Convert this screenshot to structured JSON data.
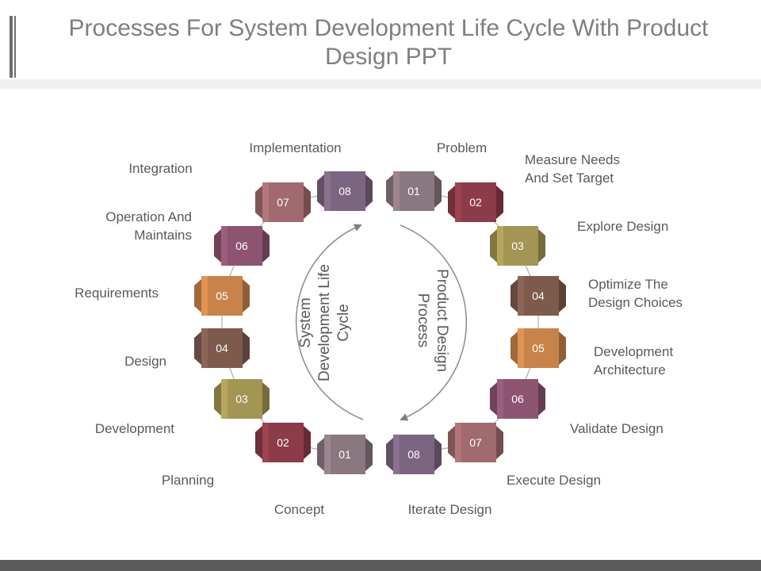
{
  "title": "Processes For System Development Life Cycle With Product Design PPT",
  "left_cycle": {
    "label": "System Development Life Cycle",
    "label_line1": "System",
    "label_line2": "Development Life",
    "label_line3": "Cycle",
    "steps": [
      {
        "num": "01",
        "label": "Concept",
        "color": "#8a7880"
      },
      {
        "num": "02",
        "label": "Planning",
        "color": "#8c3b48"
      },
      {
        "num": "03",
        "label": "Development",
        "color": "#a39554"
      },
      {
        "num": "04",
        "label": "Design",
        "color": "#7e5a4d"
      },
      {
        "num": "05",
        "label": "Requirements",
        "color": "#c8834a"
      },
      {
        "num": "06",
        "label": "Operation And Maintains",
        "label_line1": "Operation And",
        "label_line2": "Maintains",
        "color": "#8c5470"
      },
      {
        "num": "07",
        "label": "Integration",
        "color": "#a06a6e"
      },
      {
        "num": "08",
        "label": "Implementation",
        "color": "#7b6580"
      }
    ]
  },
  "right_cycle": {
    "label": "Product Design Process",
    "label_line1": "Product Design",
    "label_line2": "Process",
    "steps": [
      {
        "num": "01",
        "label": "Problem",
        "color": "#8a7880"
      },
      {
        "num": "02",
        "label": "Measure Needs And Set Target",
        "label_line1": "Measure Needs",
        "label_line2": "And Set Target",
        "color": "#8c3b48"
      },
      {
        "num": "03",
        "label": "Explore Design",
        "color": "#a39554"
      },
      {
        "num": "04",
        "label": "Optimize The Design Choices",
        "label_line1": "Optimize The",
        "label_line2": "Design Choices",
        "color": "#7e5a4d"
      },
      {
        "num": "05",
        "label": "Development Architecture",
        "label_line1": "Development",
        "label_line2": "Architecture",
        "color": "#c8834a"
      },
      {
        "num": "06",
        "label": "Validate Design",
        "color": "#8c5470"
      },
      {
        "num": "07",
        "label": "Execute Design",
        "color": "#a06a6e"
      },
      {
        "num": "08",
        "label": "Iterate Design",
        "color": "#7b6580"
      }
    ]
  }
}
